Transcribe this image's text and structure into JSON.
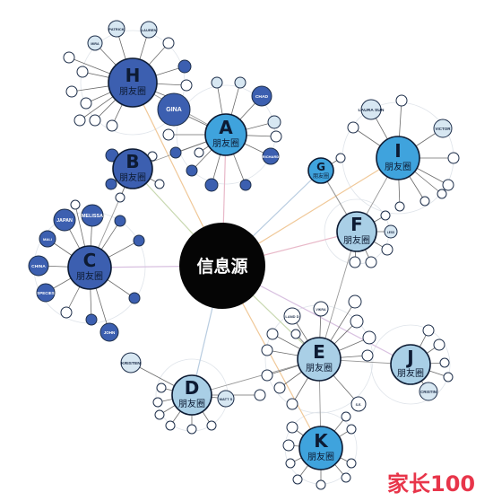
{
  "source": {
    "label": "信息源"
  },
  "hub_subtitle": "朋友圈",
  "hubs": [
    {
      "id": "H",
      "letter": "H",
      "color": "#3c5fb0"
    },
    {
      "id": "A",
      "letter": "A",
      "color": "#3fa3dd"
    },
    {
      "id": "B",
      "letter": "B",
      "color": "#3c5fb0"
    },
    {
      "id": "C",
      "letter": "C",
      "color": "#3c5fb0"
    },
    {
      "id": "G",
      "letter": "G",
      "color": "#3fa3dd"
    },
    {
      "id": "I",
      "letter": "I",
      "color": "#3fa3dd"
    },
    {
      "id": "F",
      "letter": "F",
      "color": "#a9cfe6"
    },
    {
      "id": "E",
      "letter": "E",
      "color": "#a9cfe6"
    },
    {
      "id": "J",
      "letter": "J",
      "color": "#a9cfe6"
    },
    {
      "id": "D",
      "letter": "D",
      "color": "#a9cfe6"
    },
    {
      "id": "K",
      "letter": "K",
      "color": "#3fa3dd"
    }
  ],
  "labeled_nodes": [
    {
      "hub": "H",
      "text": "PATRICK"
    },
    {
      "hub": "H",
      "text": "LAUREN"
    },
    {
      "hub": "H",
      "text": "MIRA"
    },
    {
      "hub": "A",
      "text": "GINA"
    },
    {
      "hub": "A",
      "text": "CHAD"
    },
    {
      "hub": "A",
      "text": "RICHARD"
    },
    {
      "hub": "C",
      "text": "JAPAN"
    },
    {
      "hub": "C",
      "text": "MELISSA"
    },
    {
      "hub": "C",
      "text": "MALI"
    },
    {
      "hub": "C",
      "text": "CHINA"
    },
    {
      "hub": "C",
      "text": "SPECIES"
    },
    {
      "hub": "C",
      "text": "JOHN"
    },
    {
      "hub": "I",
      "text": "LAURA SUN"
    },
    {
      "hub": "I",
      "text": "VICTOR"
    },
    {
      "hub": "F",
      "text": "LESS"
    },
    {
      "hub": "E",
      "text": "LAND D"
    },
    {
      "hub": "E",
      "text": "VIKRA"
    },
    {
      "hub": "E",
      "text": "S.E."
    },
    {
      "hub": "J",
      "text": "CRISTIN"
    },
    {
      "hub": "D",
      "text": "KRISTEN"
    },
    {
      "hub": "D",
      "text": "MATT S"
    }
  ],
  "watermark": {
    "text": "家长100",
    "color": "#e8354a"
  }
}
